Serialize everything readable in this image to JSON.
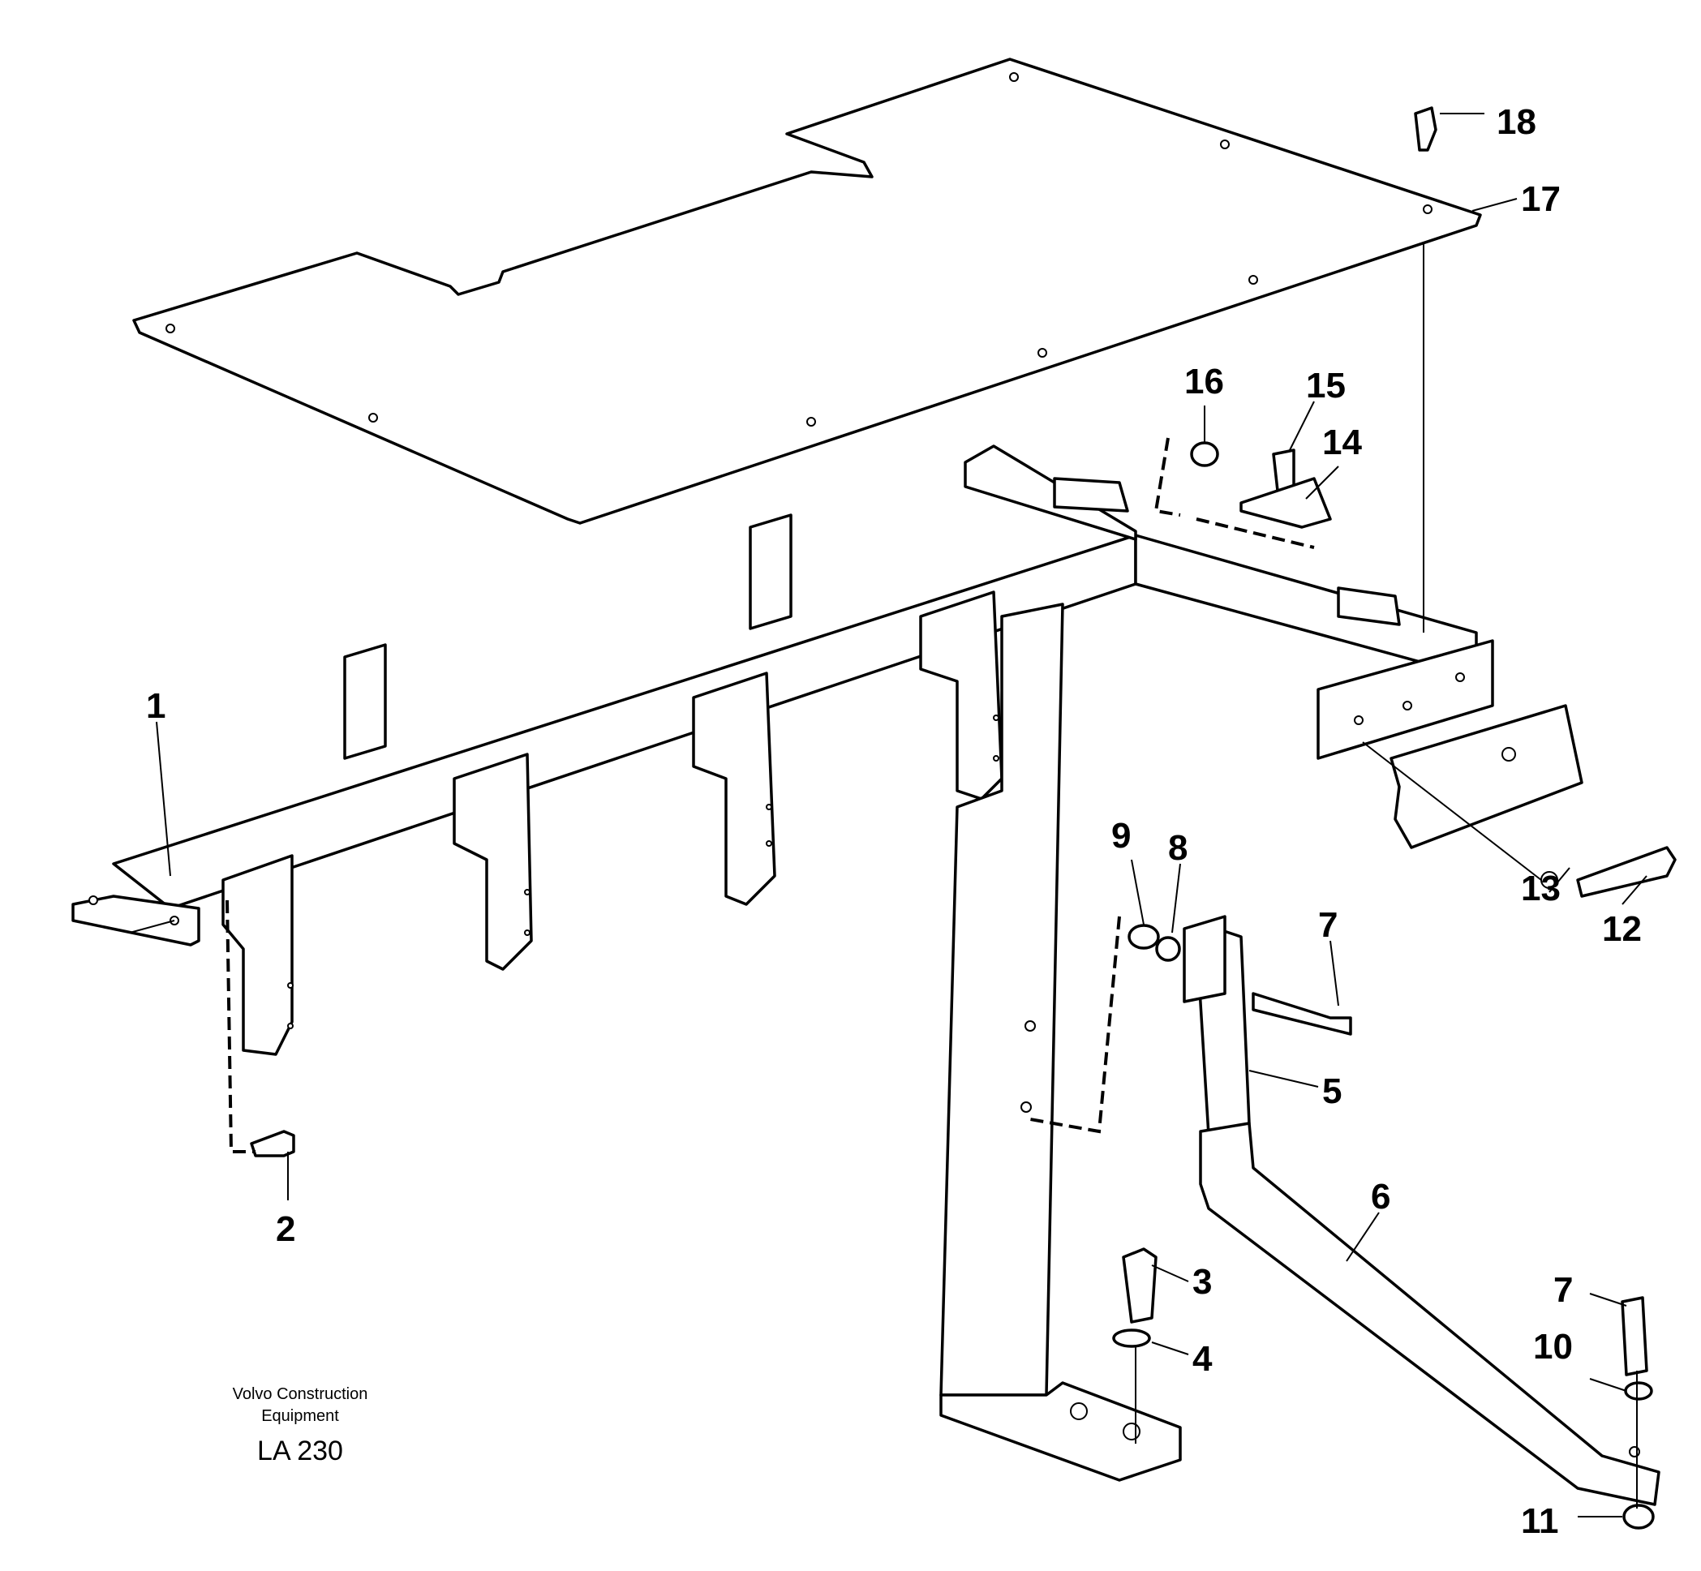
{
  "callouts": [
    "1",
    "2",
    "3",
    "4",
    "5",
    "6",
    "7",
    "8",
    "9",
    "10",
    "11",
    "12",
    "13",
    "14",
    "15",
    "16",
    "17",
    "18",
    "7"
  ],
  "credit": {
    "line1": "Volvo Construction",
    "line2": "Equipment",
    "code": "LA 230"
  }
}
